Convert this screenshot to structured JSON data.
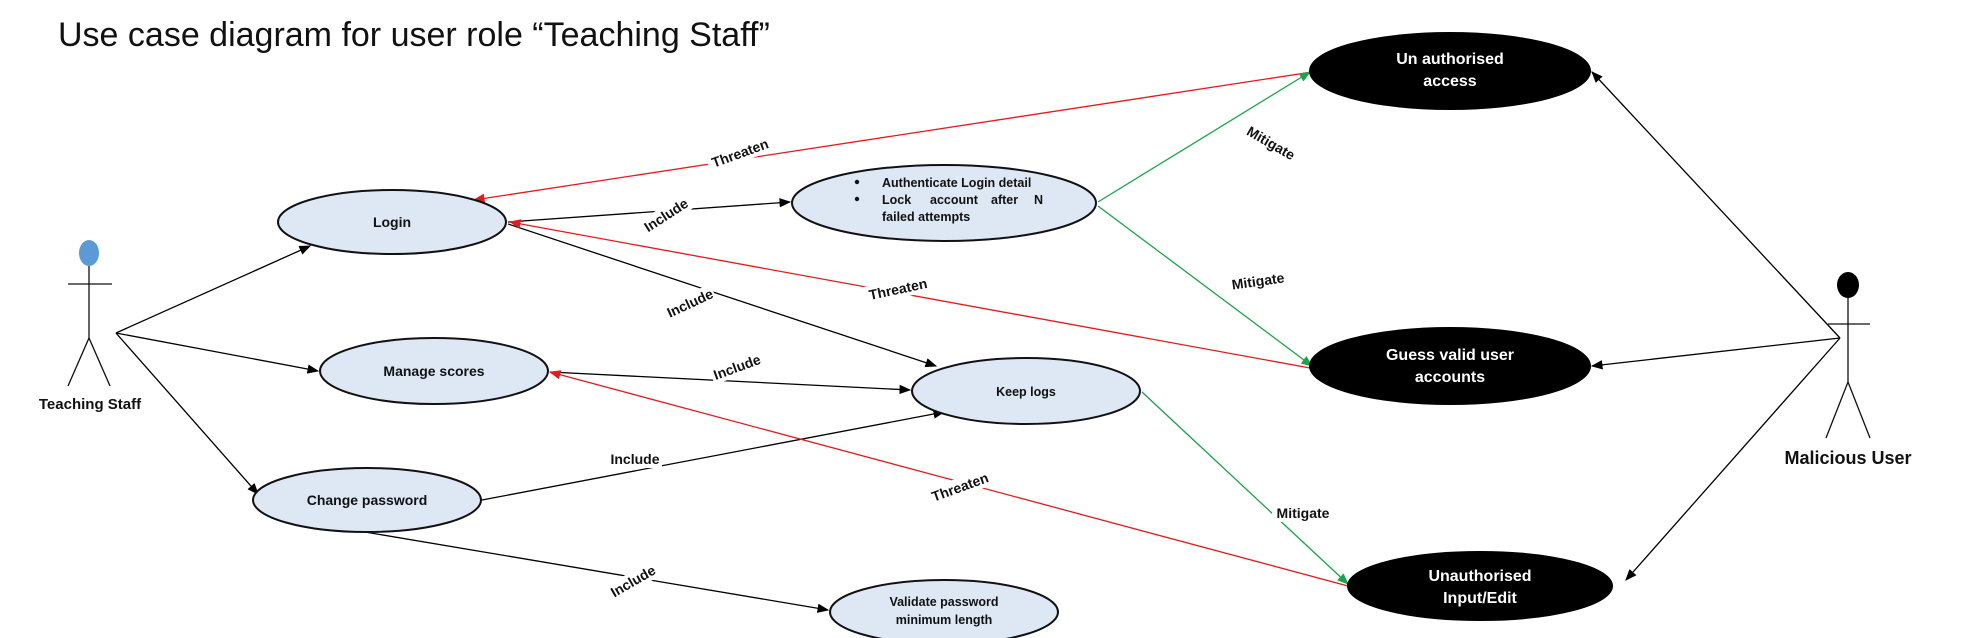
{
  "title": "Use case diagram for user role “Teaching Staff”",
  "colors": {
    "threaten": "#e8191b",
    "mitigate": "#19a64a",
    "association": "#000000",
    "use_case_fill": "#dde8f4",
    "misuse_case_fill": "#000000",
    "teaching_staff_head": "#5b9bd5",
    "malicious_user_head": "#000000"
  },
  "actors": {
    "teaching_staff": "Teaching Staff",
    "malicious_user": "Malicious User"
  },
  "use_cases": {
    "login": "Login",
    "manage_scores": "Manage scores",
    "change_password": "Change password",
    "keep_logs": "Keep logs",
    "validate_password_1": "Validate password",
    "validate_password_2": "minimum length",
    "auth_bullet_1": "Authenticate Login detail",
    "auth_bullet_2a": "Lock",
    "auth_bullet_2b": "account",
    "auth_bullet_2c": "after",
    "auth_bullet_2d": "N",
    "auth_bullet_3": "failed attempts"
  },
  "misuse_cases": {
    "unauthorised_access_1": "Un authorised",
    "unauthorised_access_2": "access",
    "guess_accounts_1": "Guess valid user",
    "guess_accounts_2": "accounts",
    "unauthorised_input_1": "Unauthorised",
    "unauthorised_input_2": "Input/Edit"
  },
  "edge_labels": {
    "include": "Include",
    "threaten": "Threaten",
    "mitigate": "Mitigate"
  }
}
